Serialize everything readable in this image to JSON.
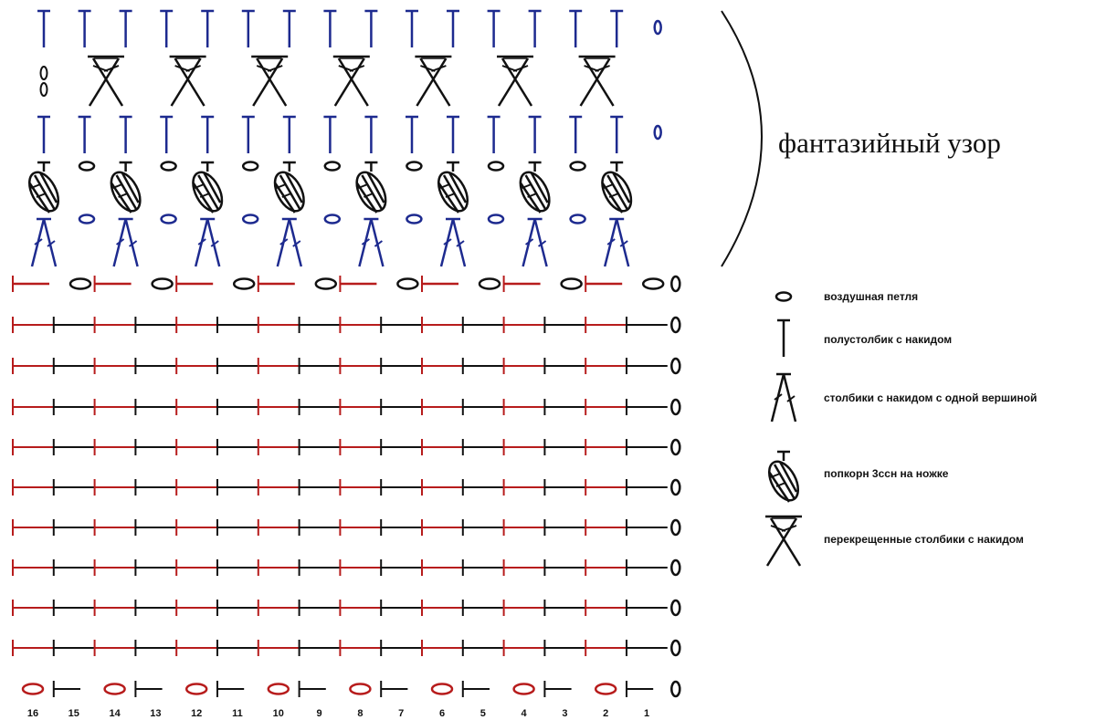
{
  "pattern_label": "фантазийный узор",
  "column_numbers": [
    "16",
    "15",
    "14",
    "13",
    "12",
    "11",
    "10",
    "9",
    "8",
    "7",
    "6",
    "5",
    "4",
    "3",
    "2",
    "1"
  ],
  "colors": {
    "blue": "#1d2a8f",
    "red": "#b71c1c",
    "black": "#111111"
  },
  "legend": [
    {
      "icon": "chain-loop-icon",
      "label": "воздушная петля"
    },
    {
      "icon": "half-double-crochet-icon",
      "label": "полустолбик с накидом"
    },
    {
      "icon": "dc-cluster-icon",
      "label": "столбики с накидом с одной вершиной"
    },
    {
      "icon": "popcorn-icon",
      "label": "попкорн 3ссн на ножке"
    },
    {
      "icon": "crossed-dc-icon",
      "label": "перекрещенные столбики с накидом"
    }
  ],
  "rows": [
    {
      "row": "foundation",
      "pattern": "chain + single crochet alternating"
    },
    {
      "row": "body",
      "count": 9,
      "pattern": "single crochet, alternating red/black"
    },
    {
      "row": "transition",
      "pattern": "single crochet + chain loop"
    },
    {
      "row": "pattern-1",
      "pattern": "dc clusters with chain loops"
    },
    {
      "row": "pattern-2",
      "pattern": "popcorns with chain loops"
    },
    {
      "row": "pattern-3",
      "pattern": "half double crochet"
    },
    {
      "row": "pattern-4",
      "pattern": "crossed double crochets"
    },
    {
      "row": "pattern-5",
      "pattern": "half double crochet"
    }
  ]
}
